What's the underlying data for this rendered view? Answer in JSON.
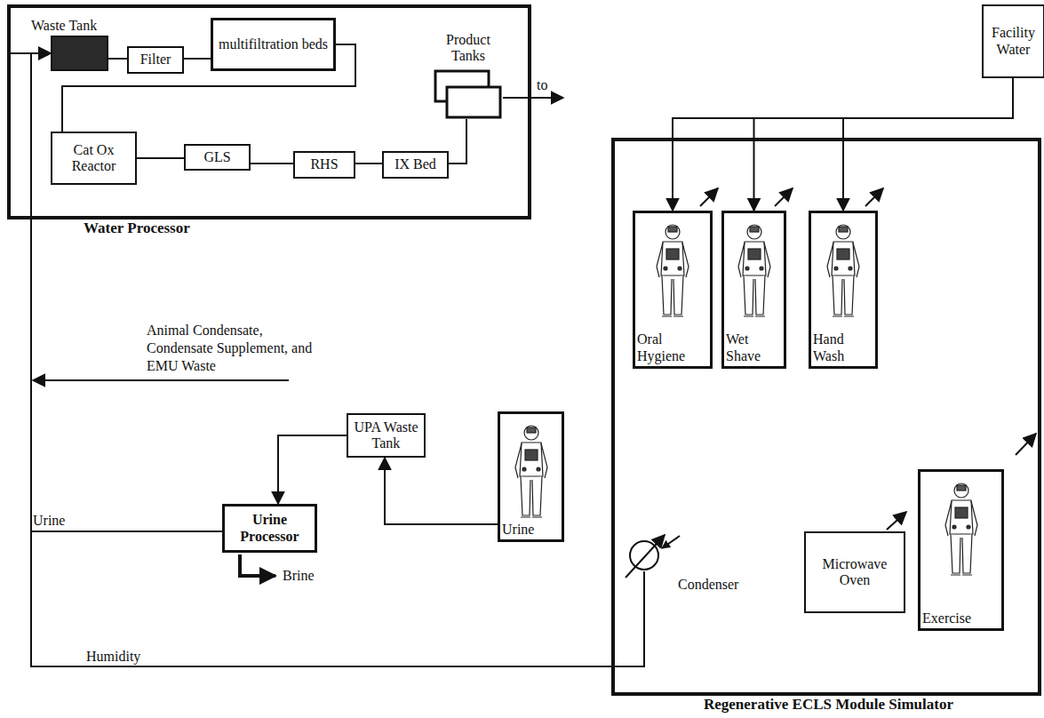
{
  "diagram": {
    "nodes": [
      {
        "text": [
          "Water Processor"
        ]
      },
      {
        "text": [
          "Waste Tank"
        ],
        "in": 0
      },
      {
        "text": [
          "Filter"
        ],
        "in": 0
      },
      {
        "text": [
          "multifiltration beds"
        ],
        "in": 0
      },
      {
        "text": [
          "Product Tanks"
        ],
        "in": 0
      },
      {
        "text": [
          "Cat Ox Reactor"
        ],
        "in": 0
      },
      {
        "text": [
          "GLS"
        ],
        "in": 0
      },
      {
        "text": [
          "RHS"
        ],
        "in": 0
      },
      {
        "text": [
          "IX Bed"
        ],
        "in": 0
      },
      {
        "text": [
          "Facility Water"
        ]
      },
      {
        "text": [
          "Regenerative ECLS Module Simulator"
        ]
      },
      {
        "text": [
          "Oral Hygiene"
        ],
        "in": 10
      },
      {
        "text": [
          "Wet Shave"
        ],
        "in": 10
      },
      {
        "text": [
          "Hand Wash"
        ],
        "in": 10
      },
      {
        "text": [
          "UPA Waste Tank"
        ]
      },
      {
        "text": [
          "Urine"
        ]
      },
      {
        "text": [
          "Urine Processor"
        ]
      },
      {
        "text": [
          "Microwave Oven"
        ],
        "in": 10
      },
      {
        "text": [
          "Exercise"
        ],
        "in": 10
      },
      {
        "text": [
          "Condenser"
        ],
        "in": 10
      }
    ],
    "edges": [
      {
        "from": 1,
        "to": 2,
        "arrow": "none"
      },
      {
        "from": 2,
        "to": 3,
        "arrow": "none"
      },
      {
        "from": 3,
        "to": 5,
        "arrow": "none"
      },
      {
        "from": 5,
        "to": 6,
        "arrow": "none"
      },
      {
        "from": 6,
        "to": 7,
        "arrow": "none"
      },
      {
        "from": 7,
        "to": 8,
        "arrow": "none"
      },
      {
        "from": 8,
        "to": 4,
        "arrow": "none"
      },
      {
        "from": 9,
        "to": 11,
        "arrow": "to"
      },
      {
        "from": 9,
        "to": 12,
        "arrow": "to"
      },
      {
        "from": 9,
        "to": 13,
        "arrow": "to"
      },
      {
        "from": 15,
        "to": 14,
        "arrow": "to"
      },
      {
        "from": 14,
        "to": 16,
        "arrow": "to"
      },
      {
        "from": 16,
        "to": 1,
        "label": "Urine",
        "arrow": "to"
      },
      {
        "from": 19,
        "to": 1,
        "label": "Humidity",
        "arrow": "to"
      }
    ],
    "labels": [
      "to",
      "Animal Condensate, Condensate Supplement, and EMU Waste",
      "Brine"
    ]
  }
}
